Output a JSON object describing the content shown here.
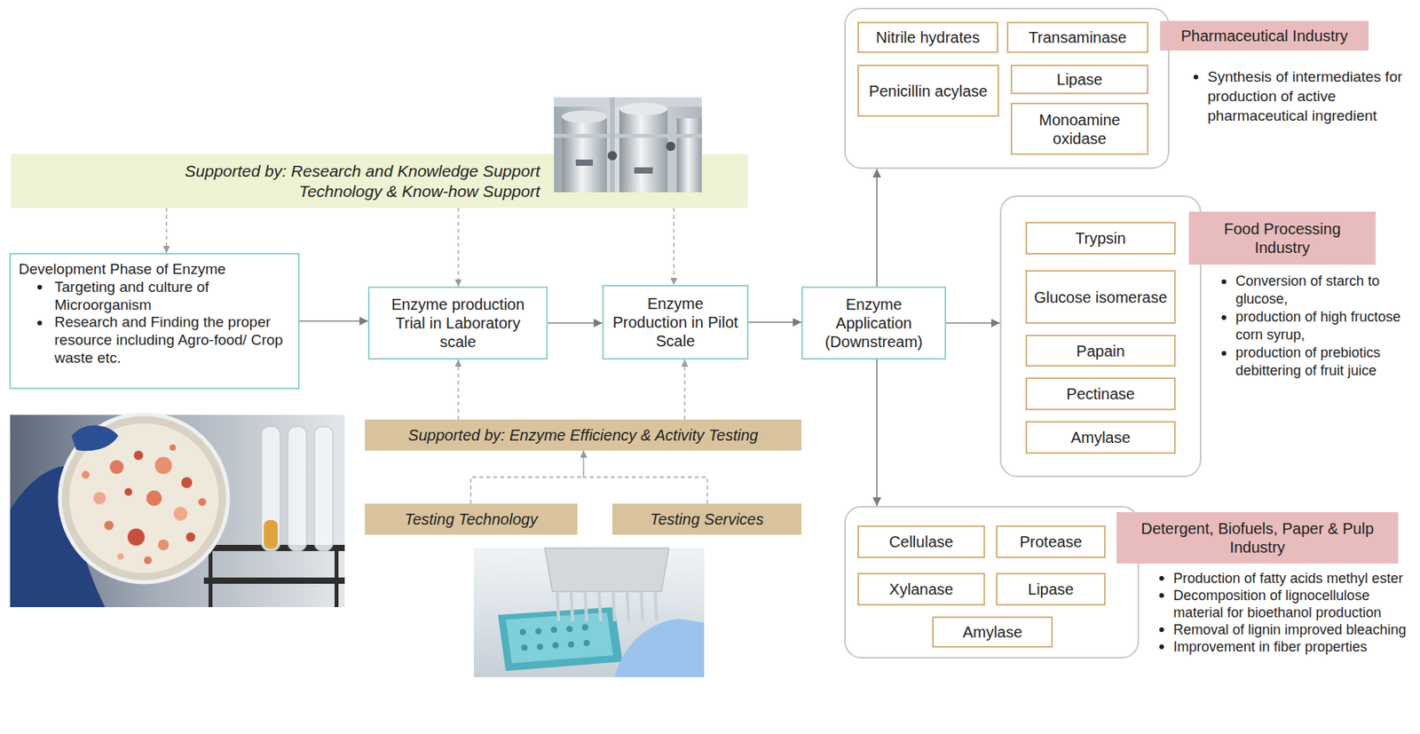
{
  "diagram": {
    "nodes": [
      {
        "text": [
          "Supported by: Research and Knowledge Support Technology & Know-how Support"
        ]
      },
      {
        "text": [
          "Development Phase of Enzyme",
          "Targeting and culture of Microorganism",
          "Research and Finding the proper resource including Agro-food/ Crop waste etc."
        ]
      },
      {
        "text": [
          "Enzyme production Trial in Laboratory scale"
        ]
      },
      {
        "text": [
          "Enzyme Production in Pilot Scale"
        ]
      },
      {
        "text": [
          "Enzyme Application (Downstream)"
        ]
      },
      {
        "text": [
          "Supported by: Enzyme Efficiency & Activity Testing"
        ]
      },
      {
        "text": [
          "Testing Technology"
        ]
      },
      {
        "text": [
          "Testing Services"
        ]
      },
      {
        "text": [
          "Pharmaceutical Industry"
        ]
      },
      {
        "text": [
          "Nitrile hydrates"
        ],
        "in": 8
      },
      {
        "text": [
          "Transaminase"
        ],
        "in": 8
      },
      {
        "text": [
          "Penicillin acylase"
        ],
        "in": 8
      },
      {
        "text": [
          "Lipase"
        ],
        "in": 8
      },
      {
        "text": [
          "Monoamine oxidase"
        ],
        "in": 8
      },
      {
        "text": [
          "Food Processing Industry"
        ]
      },
      {
        "text": [
          "Trypsin"
        ],
        "in": 14
      },
      {
        "text": [
          "Glucose isomerase"
        ],
        "in": 14
      },
      {
        "text": [
          "Papain"
        ],
        "in": 14
      },
      {
        "text": [
          "Pectinase"
        ],
        "in": 14
      },
      {
        "text": [
          "Amylase"
        ],
        "in": 14
      },
      {
        "text": [
          "Detergent, Biofuels, Paper & Pulp Industry"
        ]
      },
      {
        "text": [
          "Cellulase"
        ],
        "in": 20
      },
      {
        "text": [
          "Protease"
        ],
        "in": 20
      },
      {
        "text": [
          "Xylanase"
        ],
        "in": 20
      },
      {
        "text": [
          "Lipase"
        ],
        "in": 20
      },
      {
        "text": [
          "Amylase"
        ],
        "in": 20
      }
    ],
    "edges": [
      {
        "from": 0,
        "to": 1,
        "arrow": "to"
      },
      {
        "from": 0,
        "to": 2,
        "arrow": "to"
      },
      {
        "from": 0,
        "to": 3,
        "arrow": "to"
      },
      {
        "from": 1,
        "to": 2,
        "arrow": "to"
      },
      {
        "from": 2,
        "to": 3,
        "arrow": "to"
      },
      {
        "from": 3,
        "to": 4,
        "arrow": "to"
      },
      {
        "from": 5,
        "to": 2,
        "arrow": "to"
      },
      {
        "from": 5,
        "to": 3,
        "arrow": "to"
      },
      {
        "from": 6,
        "to": 5,
        "arrow": "to"
      },
      {
        "from": 7,
        "to": 5,
        "arrow": "to"
      },
      {
        "from": 4,
        "to": 8,
        "arrow": "to"
      },
      {
        "from": 4,
        "to": 14,
        "arrow": "to"
      },
      {
        "from": 4,
        "to": 20,
        "arrow": "to"
      }
    ],
    "labels": [
      "Synthesis of intermediates for production of active pharmaceutical ingredient",
      "Conversion of starch to glucose,",
      "production of high fructose corn syrup,",
      "production of prebiotics debittering of fruit juice",
      "Production of fatty acids methyl ester",
      "Decomposition of lignocellulose material for bioethanol production",
      "Removal of lignin improved bleaching",
      "Improvement in fiber properties"
    ]
  }
}
